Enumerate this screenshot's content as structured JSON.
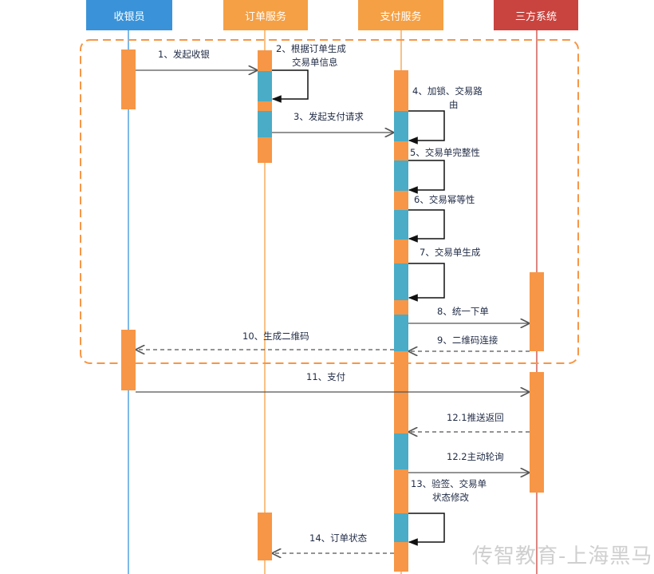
{
  "colors": {
    "cashier": "#3a93d8",
    "order": "#f5a044",
    "payment": "#f5a044",
    "third": "#c9443f",
    "activation": "#f79646",
    "active_segment": "#4aacc6",
    "frame": "#f79646",
    "line": "#555555"
  },
  "actors": [
    {
      "label": "收银员"
    },
    {
      "label": "订单服务"
    },
    {
      "label": "支付服务"
    },
    {
      "label": "三方系统"
    }
  ],
  "messages": [
    {
      "label": "1、发起收银",
      "style": "solid"
    },
    {
      "label": "2、根据订单生成",
      "label2": "交易单信息",
      "style": "solid"
    },
    {
      "label": "3、发起支付请求",
      "style": "solid"
    },
    {
      "label": "4、加锁、交易路",
      "label2": "由",
      "style": "solid"
    },
    {
      "label": "5、交易单完整性",
      "style": "solid"
    },
    {
      "label": "6、交易幂等性",
      "style": "solid"
    },
    {
      "label": "7、交易单生成",
      "style": "solid"
    },
    {
      "label": "8、统一下单",
      "style": "solid"
    },
    {
      "label": "9、二维码连接",
      "style": "dashed"
    },
    {
      "label": "10、生成二维码",
      "style": "dashed"
    },
    {
      "label": "11、支付",
      "style": "solid"
    },
    {
      "label": "12.1推送返回",
      "style": "dashed"
    },
    {
      "label": "12.2主动轮询",
      "style": "solid"
    },
    {
      "label": "13、验签、交易单",
      "label2": "状态修改",
      "style": "solid"
    },
    {
      "label": "14、订单状态",
      "style": "dashed"
    }
  ],
  "watermark": "传智教育-上海黑马"
}
